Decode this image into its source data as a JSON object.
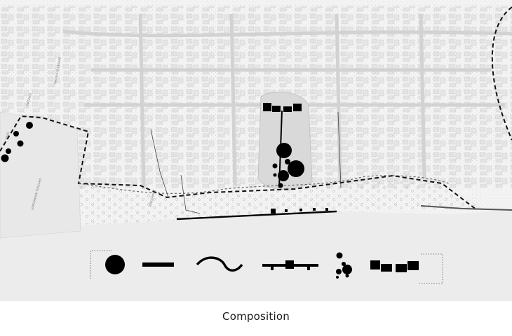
{
  "caption": "Composition",
  "map": {
    "street_labels": [
      "PIAZZALE",
      "LUNGOMARE",
      "VIALE",
      "VIA GIULIO CESARE",
      "LUNGOMARE TOSCANO"
    ],
    "legend_icons": [
      "filled-circle-icon",
      "straight-line-icon",
      "wave-line-icon",
      "pier-line-icon",
      "circle-cluster-icon",
      "square-cluster-icon"
    ]
  },
  "colors": {
    "background": "#f2f2f2",
    "sea": "#ececec",
    "blocks": "#e2e2e2",
    "ink": "#000000",
    "caption": "#1a1a1a"
  }
}
